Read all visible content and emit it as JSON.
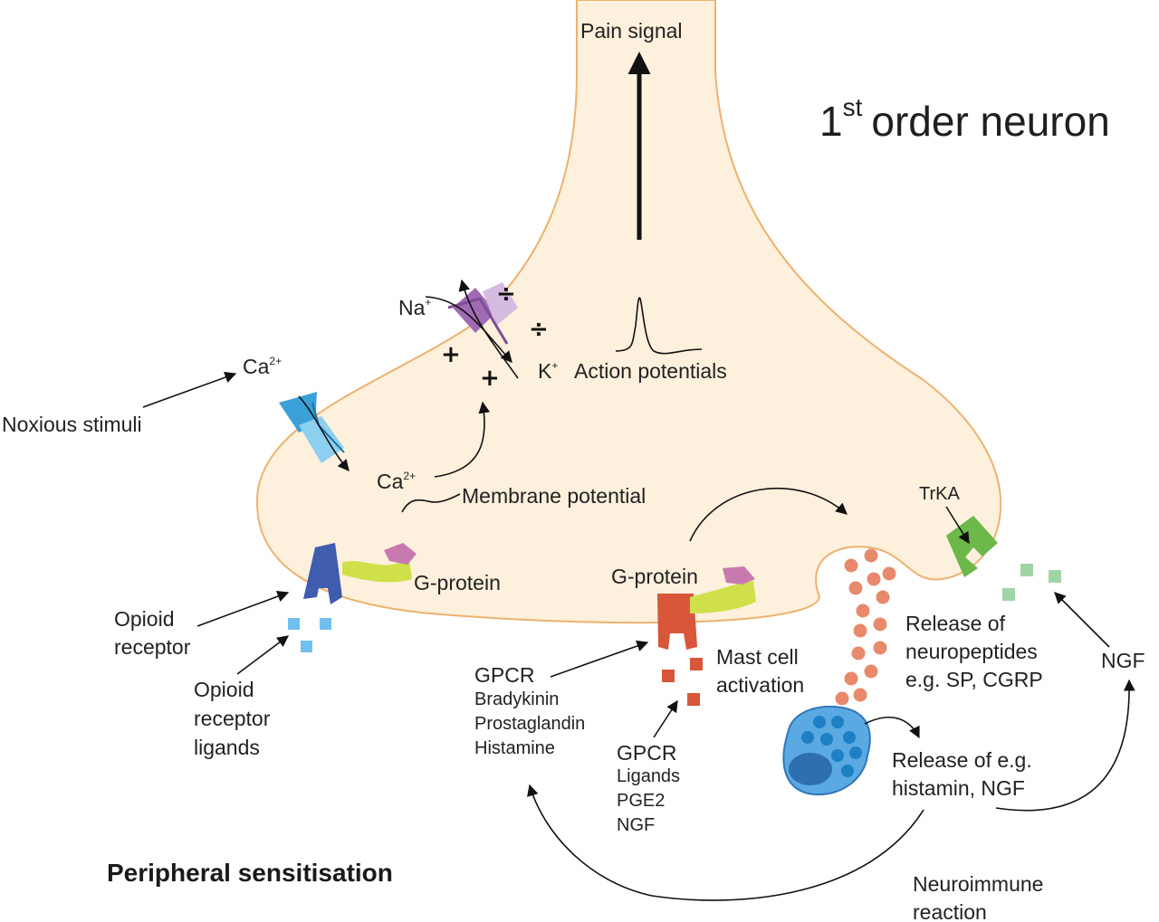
{
  "title": {
    "ordinal": "1",
    "superscript": "st",
    "rest": "order neuron"
  },
  "pain_signal": "Pain signal",
  "action_potentials": "Action potentials",
  "ions": {
    "na": "Na",
    "na_sup": "+",
    "k": "K",
    "k_sup": "+",
    "ca_top": "Ca",
    "ca_top_sup": "2+",
    "ca_inner": "Ca",
    "ca_inner_sup": "2+",
    "plus": "+",
    "div": "÷"
  },
  "noxious_stimuli": "Noxious stimuli",
  "membrane_potential": "Membrane potential",
  "g_protein_left": "G-protein",
  "g_protein_center": "G-protein",
  "trka": "TrKA",
  "opioid_receptor": [
    "Opioid",
    "receptor"
  ],
  "opioid_ligands": [
    "Opioid",
    "receptor",
    "ligands"
  ],
  "gpcr_left": {
    "title": "GPCR",
    "items": [
      "Bradykinin",
      "Prostaglandin",
      "Histamine"
    ]
  },
  "mast_cell_activation": [
    "Mast cell",
    "activation"
  ],
  "gpcr_ligands": {
    "title": "GPCR",
    "items": [
      "Ligands",
      "PGE2",
      "NGF"
    ]
  },
  "release_neuropeptides": [
    "Release of",
    "neuropeptides",
    "e.g. SP, CGRP"
  ],
  "ngf": "NGF",
  "release_histamin": [
    "Release of e.g.",
    "histamin, NGF"
  ],
  "neuroimmune": [
    "Neuroimmune",
    "reaction"
  ],
  "peripheral_sensitisation": "Peripheral sensitisation",
  "colors": {
    "neuron_fill": "#fdf0dc",
    "neuron_stroke": "#ecb26f",
    "ca_channel": "#3aa0d8",
    "na_channel": "#a06bb4",
    "opioid_receptor": "#3f5caf",
    "g_protein_body": "#cfe04a",
    "g_protein_cap": "#c87ab0",
    "gpcr": "#d8563a",
    "trka": "#6cb84a",
    "neuropeptide": "#e8896c",
    "ligand_blue": "#6fc0ee",
    "ngf_square": "#9fd5a4",
    "mast_cell": "#5aa9e2"
  }
}
